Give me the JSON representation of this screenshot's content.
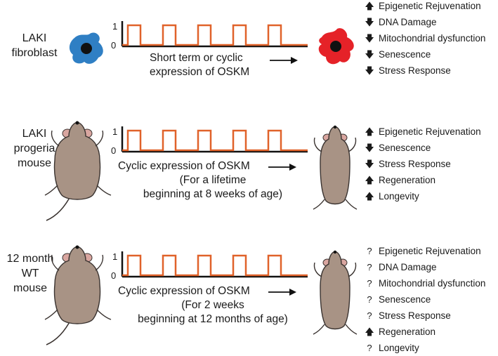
{
  "panels": [
    {
      "label_lines": [
        "LAKI",
        "fibroblast"
      ],
      "tick_high": "1",
      "tick_low": "0",
      "caption_lines": [
        "Short term or cyclic",
        "expression of OSKM"
      ],
      "outcomes": [
        {
          "direction": "up",
          "text": "Epigenetic Rejuvenation"
        },
        {
          "direction": "down",
          "text": "DNA Damage"
        },
        {
          "direction": "down",
          "text": "Mitochondrial dysfunction"
        },
        {
          "direction": "down",
          "text": "Senescence"
        },
        {
          "direction": "down",
          "text": "Stress Response"
        }
      ]
    },
    {
      "label_lines": [
        "LAKI",
        "progeria",
        "mouse"
      ],
      "tick_high": "1",
      "tick_low": "0",
      "caption_lines": [
        "Cyclic expression of OSKM",
        "(For a lifetime",
        "beginning at 8 weeks of age)"
      ],
      "outcomes": [
        {
          "direction": "up",
          "text": "Epigenetic Rejuvenation"
        },
        {
          "direction": "down",
          "text": "Senescence"
        },
        {
          "direction": "down",
          "text": "Stress Response"
        },
        {
          "direction": "up",
          "text": "Regeneration"
        },
        {
          "direction": "up",
          "text": "Longevity"
        }
      ]
    },
    {
      "label_lines": [
        "12 month",
        "WT",
        "mouse"
      ],
      "tick_high": "1",
      "tick_low": "0",
      "caption_lines": [
        "Cyclic expression of OSKM",
        "(For 2 weeks",
        "beginning at 12 months of age)"
      ],
      "outcomes": [
        {
          "direction": "unknown",
          "text": "Epigenetic Rejuvenation"
        },
        {
          "direction": "unknown",
          "text": "DNA Damage"
        },
        {
          "direction": "unknown",
          "text": "Mitochondrial dysfunction"
        },
        {
          "direction": "unknown",
          "text": "Senescence"
        },
        {
          "direction": "unknown",
          "text": "Stress Response"
        },
        {
          "direction": "up",
          "text": "Regeneration"
        },
        {
          "direction": "unknown",
          "text": "Longevity"
        }
      ]
    }
  ],
  "glyphs": {
    "up": "🡅",
    "down": "🡇",
    "unknown": "?"
  },
  "colors": {
    "pulse": "#e0622a",
    "cell_before": "#2f7fc4",
    "cell_after": "#e52228",
    "mouse_body": "#a89385",
    "mouse_outline": "#3a3330",
    "mouse_ear": "#d9a6a0",
    "axis": "#111111"
  }
}
